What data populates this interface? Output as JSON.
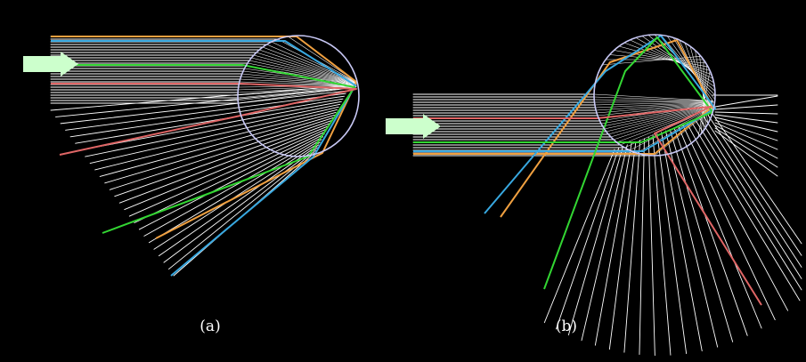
{
  "colors": {
    "background": "#000000",
    "ray": "#ffffff",
    "sphere": "#c8c8f5",
    "arrow": "#ccffcc",
    "orange": "#f0a040",
    "blue": "#38a8e0",
    "green": "#33d633",
    "red": "#e06666"
  },
  "panels": [
    {
      "id": "a",
      "label": "(a)"
    },
    {
      "id": "b",
      "label": "(b)"
    }
  ]
}
